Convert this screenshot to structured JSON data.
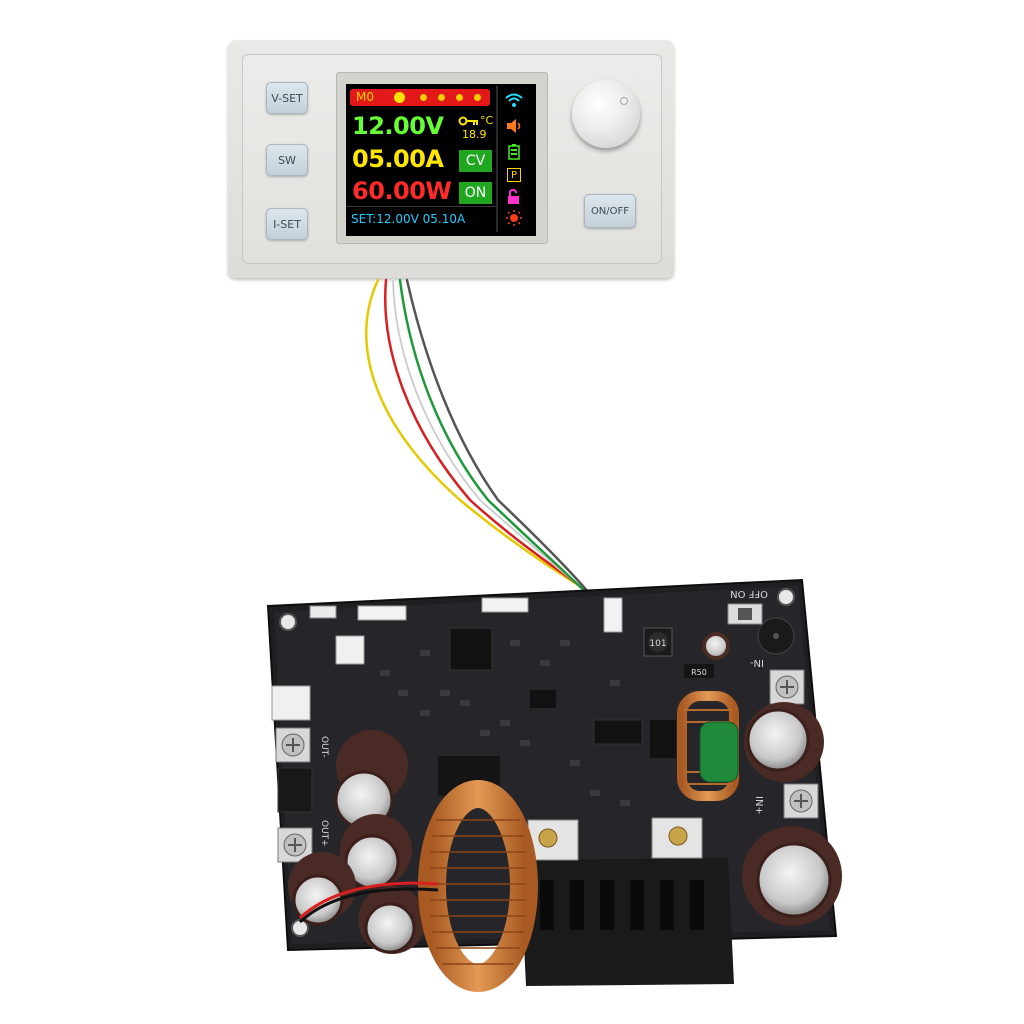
{
  "panel": {
    "buttons": {
      "v_set": "V-SET",
      "sw": "SW",
      "i_set": "I-SET",
      "on_off": "ON/OFF"
    }
  },
  "lcd": {
    "mode": "M0",
    "voltage": "12.00V",
    "current": "05.00A",
    "power": "60.00W",
    "temperature": "18.9",
    "temperature_unit": "°C",
    "cv_tag": "CV",
    "output_tag": "ON",
    "protect_tag": "P",
    "set_line": "SET:12.00V 05.10A"
  },
  "pcb": {
    "inductor_labels": [
      "101",
      "R50"
    ],
    "labels": {
      "off_on": "OFF ON",
      "in_minus": "IN-",
      "in_plus": "IN+",
      "out_minus": "OUT-",
      "out_plus": "OUT+"
    }
  }
}
